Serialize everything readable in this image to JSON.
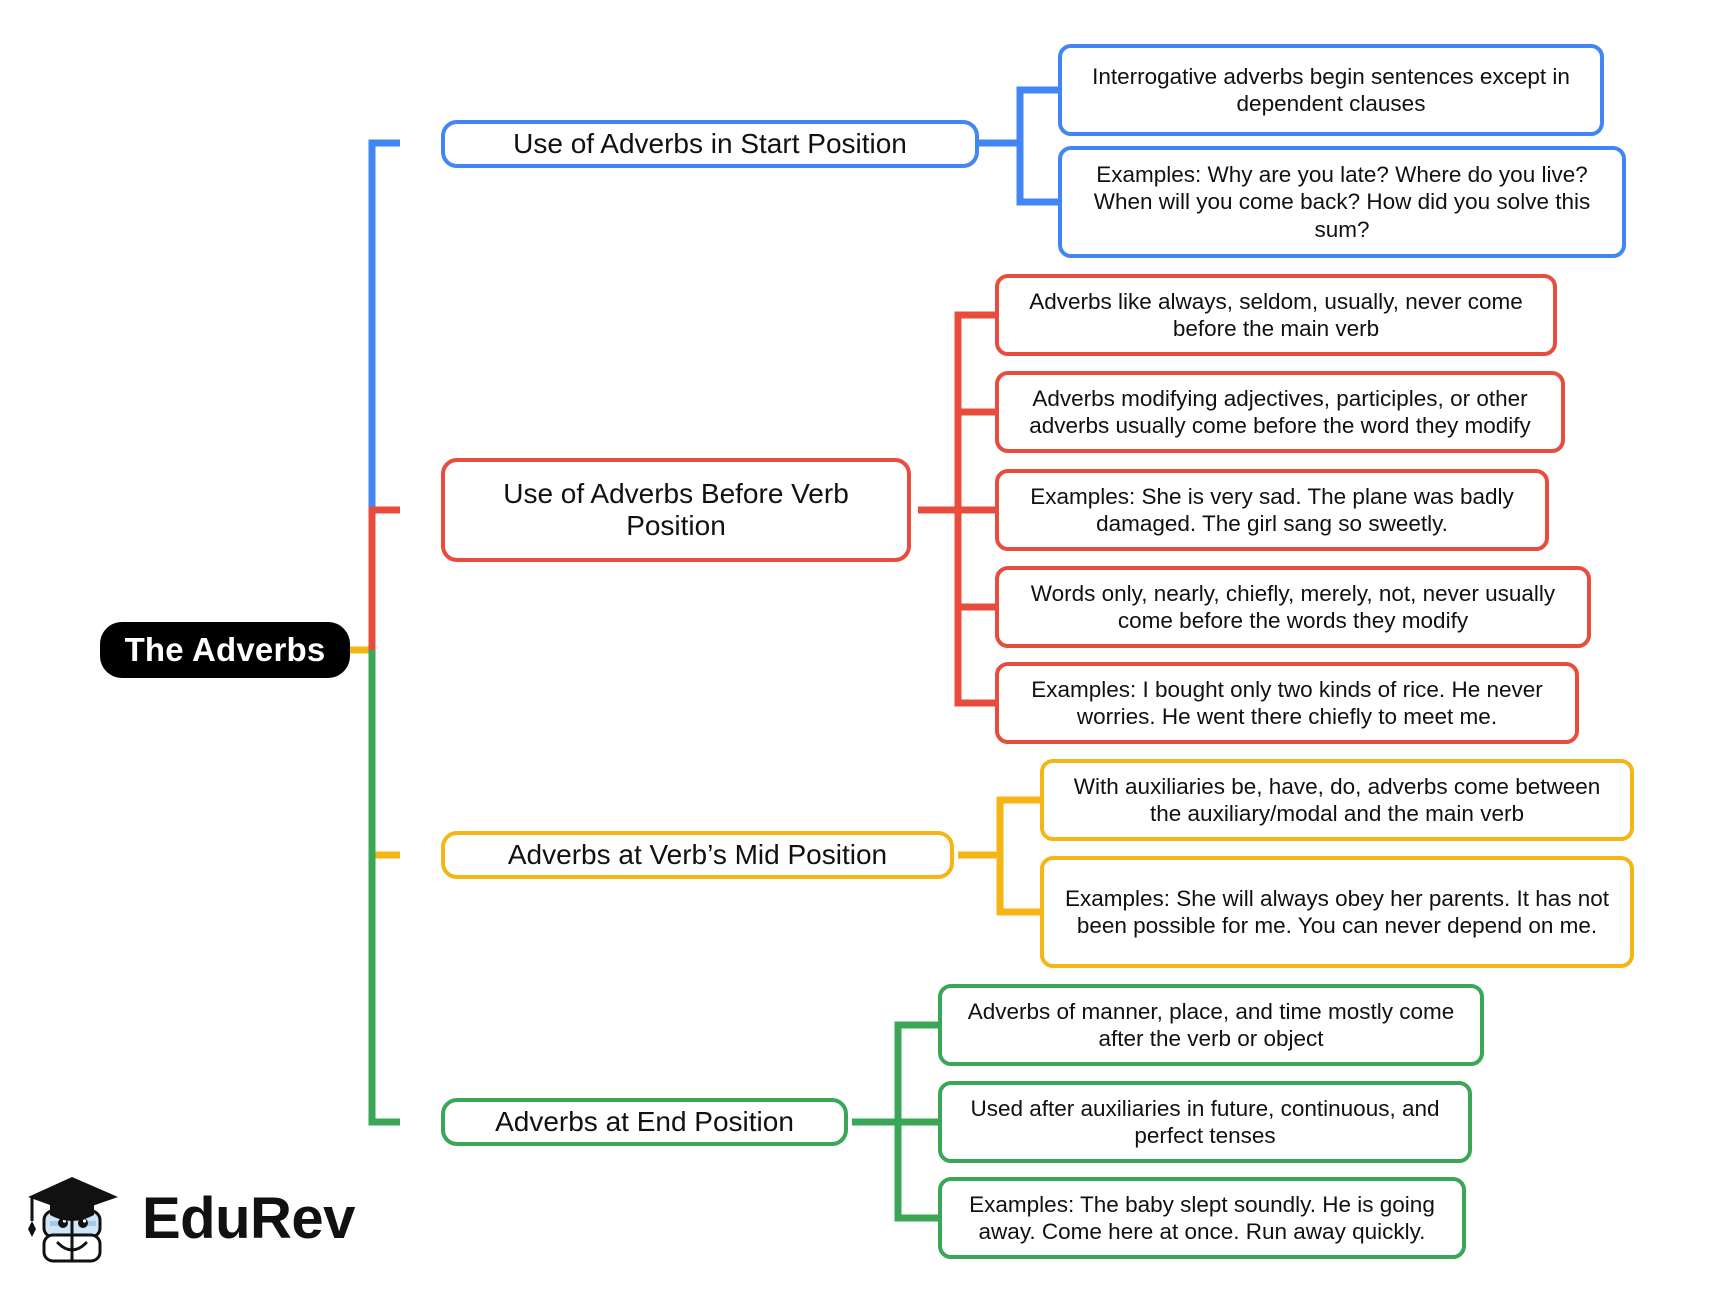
{
  "diagram": {
    "type": "mind-map",
    "root": {
      "label": "The Adverbs",
      "color": "#000000",
      "text_color": "#ffffff"
    },
    "branches": [
      {
        "label": "Use of Adverbs in Start Position",
        "color": "#4285f4",
        "children": [
          "Interrogative adverbs begin sentences except in dependent clauses",
          "Examples: Why are you late? Where do you live? When will you come back? How did you solve this sum?"
        ]
      },
      {
        "label": "Use of Adverbs Before Verb Position",
        "color": "#e74c3c",
        "children": [
          "Adverbs like always, seldom, usually, never come before the main verb",
          "Adverbs modifying adjectives, participles, or other adverbs usually come before the word they modify",
          "Examples: She is very sad. The plane was badly damaged. The girl sang so sweetly.",
          "Words only, nearly, chiefly, merely, not, never usually come before the words they modify",
          "Examples: I bought only two kinds of rice. He never worries. He went there chiefly to meet me."
        ]
      },
      {
        "label": "Adverbs at Verb’s Mid Position",
        "color": "#f5b615",
        "children": [
          "With auxiliaries be, have, do, adverbs come between the auxiliary/modal and the main verb",
          "Examples: She will always obey her parents. It has not been possible for me. You can never depend on me."
        ]
      },
      {
        "label": "Adverbs at End Position",
        "color": "#3aa757",
        "children": [
          "Adverbs of manner, place, and time mostly come after the verb or object",
          "Used after auxiliaries in future, continuous, and perfect tenses",
          "Examples: The baby slept soundly. He is going away. Come here at once. Run away quickly."
        ]
      }
    ]
  },
  "logo": {
    "wordmark": "EduRev",
    "mark_name": "graduation-cap-book-mascot"
  }
}
